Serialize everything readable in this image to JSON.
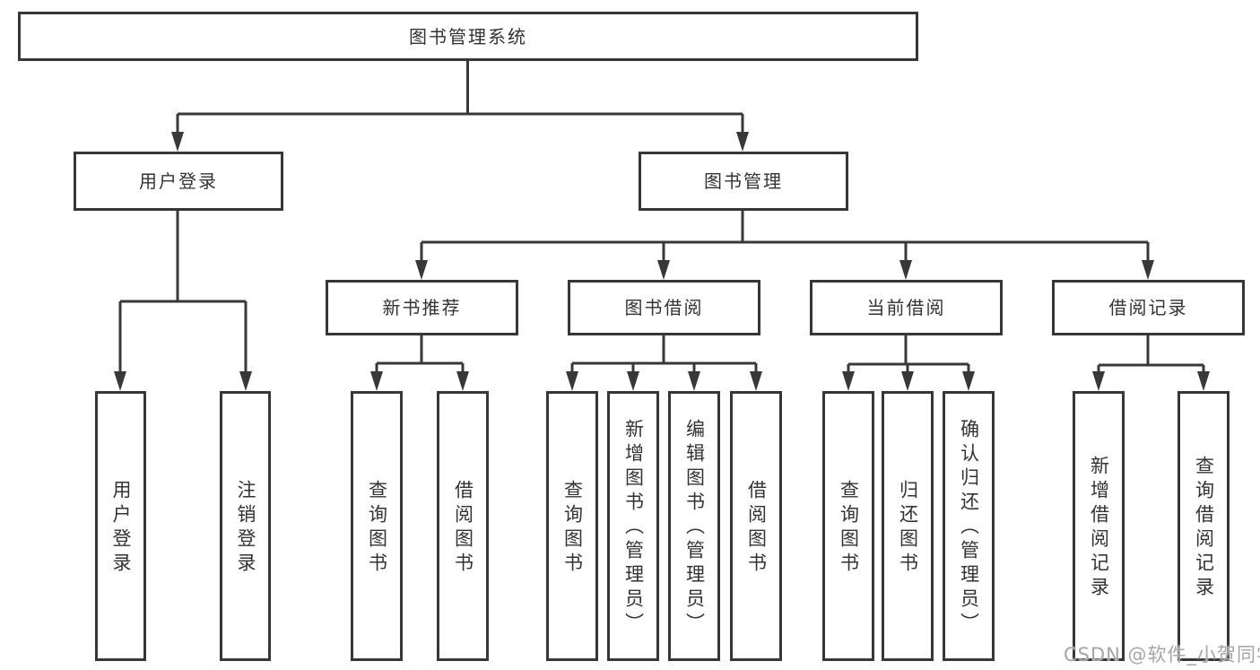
{
  "watermark": "CSDN @软件_小贺同学",
  "colors": {
    "line": "#383838",
    "border": "#373737",
    "text": "#333333",
    "watermark": "#a6a6a6",
    "background": "#ffffff"
  },
  "tree": {
    "label": "图书管理系统",
    "children": [
      {
        "label": "用户登录",
        "children": [
          {
            "label": "用户登录"
          },
          {
            "label": "注销登录"
          }
        ]
      },
      {
        "label": "图书管理",
        "children": [
          {
            "label": "新书推荐",
            "children": [
              {
                "label": "查询图书"
              },
              {
                "label": "借阅图书"
              }
            ]
          },
          {
            "label": "图书借阅",
            "children": [
              {
                "label": "查询图书"
              },
              {
                "label": "新增图书（管理员）"
              },
              {
                "label": "编辑图书（管理员）"
              },
              {
                "label": "借阅图书"
              }
            ]
          },
          {
            "label": "当前借阅",
            "children": [
              {
                "label": "查询图书"
              },
              {
                "label": "归还图书"
              },
              {
                "label": "确认归还（管理员）"
              }
            ]
          },
          {
            "label": "借阅记录",
            "children": [
              {
                "label": "新增借阅记录"
              },
              {
                "label": "查询借阅记录"
              }
            ]
          }
        ]
      }
    ]
  }
}
